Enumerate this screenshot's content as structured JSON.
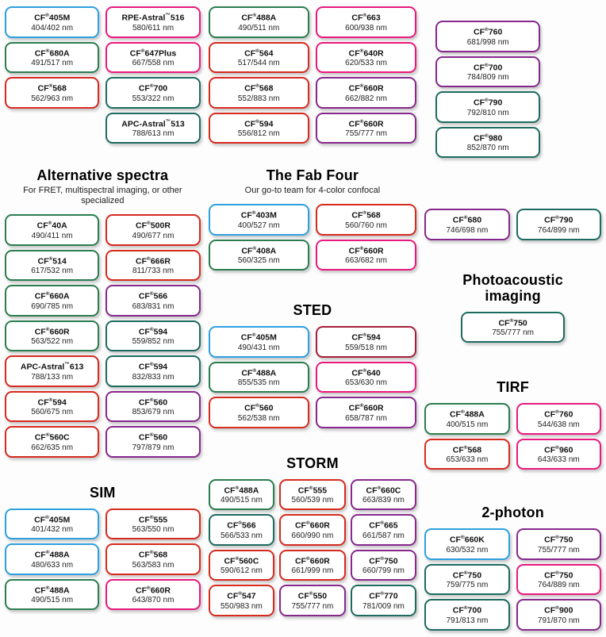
{
  "palette": {
    "blue": "#2e9fe0",
    "green": "#2b7d4f",
    "teal": "#1d6b60",
    "red": "#d62a1e",
    "pink": "#e8197d",
    "purple": "#86288c",
    "maroon": "#a61e38"
  },
  "columns": [
    {
      "id": "left",
      "blocks": [
        {
          "id": "top-left",
          "columns": [
            [
              {
                "name": "CF®405M",
                "nm": "404/402 nm",
                "color": "blue"
              },
              {
                "name": "CF®680A",
                "nm": "491/517 nm",
                "color": "green"
              },
              {
                "name": "CF®568",
                "nm": "562/963 nm",
                "color": "red"
              }
            ],
            [
              {
                "name": "RPE-Astral™516",
                "nm": "580/611 nm",
                "color": "pink"
              },
              {
                "name": "CF®647Plus",
                "nm": "667/558 nm",
                "color": "pink"
              },
              {
                "name": "CF®700",
                "nm": "553/322 nm",
                "color": "teal"
              },
              {
                "name": "APC-Astral™513",
                "nm": "788/613 nm",
                "color": "teal"
              }
            ]
          ]
        },
        {
          "id": "alt-spectra",
          "title": "Alternative spectra",
          "subtitle": "For FRET, multispectral imaging, or other specialized",
          "columns": [
            [
              {
                "name": "CF®40A",
                "nm": "490/411 nm",
                "color": "green"
              },
              {
                "name": "CF®514",
                "nm": "617/532 nm",
                "color": "green"
              },
              {
                "name": "CF®660A",
                "nm": "690/785 nm",
                "color": "green"
              },
              {
                "name": "CF®660R",
                "nm": "563/522 nm",
                "color": "green"
              },
              {
                "name": "APC-Astral™613",
                "nm": "788/133 nm",
                "color": "red"
              },
              {
                "name": "CF®594",
                "nm": "560/675 nm",
                "color": "red"
              },
              {
                "name": "CF®560C",
                "nm": "662/635 nm",
                "color": "red"
              }
            ],
            [
              {
                "name": "CF®500R",
                "nm": "490/677 nm",
                "color": "red"
              },
              {
                "name": "CF®666R",
                "nm": "811/733 nm",
                "color": "red"
              },
              {
                "name": "CF®566",
                "nm": "683/831 nm",
                "color": "purple"
              },
              {
                "name": "CF®594",
                "nm": "559/852 nm",
                "color": "teal"
              },
              {
                "name": "CF®594",
                "nm": "832/833 nm",
                "color": "teal"
              },
              {
                "name": "CF®560",
                "nm": "853/679 nm",
                "color": "purple"
              },
              {
                "name": "CF®560",
                "nm": "797/879 nm",
                "color": "purple"
              }
            ]
          ]
        },
        {
          "id": "sim",
          "title": "SIM",
          "columns": [
            [
              {
                "name": "CF®405M",
                "nm": "401/432 nm",
                "color": "blue"
              },
              {
                "name": "CF®488A",
                "nm": "480/633 nm",
                "color": "blue"
              },
              {
                "name": "CF®488A",
                "nm": "490/515 nm",
                "color": "green"
              }
            ],
            [
              {
                "name": "CF®555",
                "nm": "563/550 nm",
                "color": "red"
              },
              {
                "name": "CF®568",
                "nm": "563/583 nm",
                "color": "red"
              },
              {
                "name": "CF®660R",
                "nm": "643/870 nm",
                "color": "pink"
              }
            ]
          ]
        }
      ]
    },
    {
      "id": "middle",
      "blocks": [
        {
          "id": "top-mid",
          "columns": [
            [
              {
                "name": "CF®488A",
                "nm": "490/511 nm",
                "color": "green"
              },
              {
                "name": "CF®564",
                "nm": "517/544 nm",
                "color": "red"
              },
              {
                "name": "CF®568",
                "nm": "552/883 nm",
                "color": "red"
              },
              {
                "name": "CF®594",
                "nm": "556/812 nm",
                "color": "red"
              }
            ],
            [
              {
                "name": "CF®663",
                "nm": "600/938 nm",
                "color": "pink"
              },
              {
                "name": "CF®640R",
                "nm": "620/533 nm",
                "color": "pink"
              },
              {
                "name": "CF®660R",
                "nm": "662/882 nm",
                "color": "purple"
              },
              {
                "name": "CF®660R",
                "nm": "755/777 nm",
                "color": "purple"
              }
            ]
          ]
        },
        {
          "id": "fab-four",
          "title": "The Fab Four",
          "subtitle": "Our go-to team for 4-color confocal",
          "columns": [
            [
              {
                "name": "CF®403M",
                "nm": "400/527 nm",
                "color": "blue"
              },
              {
                "name": "CF®408A",
                "nm": "560/325 nm",
                "color": "green"
              }
            ],
            [
              {
                "name": "CF®568",
                "nm": "560/760 nm",
                "color": "red"
              },
              {
                "name": "CF®660R",
                "nm": "663/682 nm",
                "color": "pink"
              }
            ]
          ]
        },
        {
          "id": "sted",
          "title": "STED",
          "columns": [
            [
              {
                "name": "CF®405M",
                "nm": "490/431 nm",
                "color": "blue"
              },
              {
                "name": "CF®488A",
                "nm": "855/535 nm",
                "color": "green"
              },
              {
                "name": "CF®560",
                "nm": "562/538 nm",
                "color": "red"
              }
            ],
            [
              {
                "name": "CF®594",
                "nm": "559/518 nm",
                "color": "maroon"
              },
              {
                "name": "CF®640",
                "nm": "653/630 nm",
                "color": "pink"
              },
              {
                "name": "CF®660R",
                "nm": "658/787 nm",
                "color": "purple"
              }
            ]
          ]
        },
        {
          "id": "storm",
          "title": "STORM",
          "columns": [
            [
              {
                "name": "CF®488A",
                "nm": "490/515 nm",
                "color": "green"
              },
              {
                "name": "CF®566",
                "nm": "566/533 nm",
                "color": "teal"
              },
              {
                "name": "CF®560C",
                "nm": "590/612 nm",
                "color": "red"
              },
              {
                "name": "CF®547",
                "nm": "550/983 nm",
                "color": "red"
              }
            ],
            [
              {
                "name": "CF®555",
                "nm": "560/539 nm",
                "color": "red"
              },
              {
                "name": "CF®660R",
                "nm": "660/990 nm",
                "color": "red"
              },
              {
                "name": "CF®660R",
                "nm": "661/999 nm",
                "color": "red"
              },
              {
                "name": "CF®550",
                "nm": "755/777 nm",
                "color": "purple"
              }
            ],
            [
              {
                "name": "CF®660C",
                "nm": "663/839 nm",
                "color": "purple"
              },
              {
                "name": "CF®665",
                "nm": "661/587 nm",
                "color": "purple"
              },
              {
                "name": "CF®750",
                "nm": "660/799 nm",
                "color": "purple"
              },
              {
                "name": "CF®770",
                "nm": "781/009 nm",
                "color": "teal"
              }
            ]
          ]
        }
      ]
    },
    {
      "id": "right",
      "blocks": [
        {
          "id": "top-right",
          "columns": [
            [
              {
                "name": "CF®760",
                "nm": "681/998 nm",
                "color": "purple"
              },
              {
                "name": "CF®700",
                "nm": "784/809 nm",
                "color": "purple"
              },
              {
                "name": "CF®790",
                "nm": "792/810 nm",
                "color": "teal"
              },
              {
                "name": "CF®980",
                "nm": "852/870 nm",
                "color": "teal"
              }
            ]
          ]
        },
        {
          "id": "mid-right",
          "columns": [
            [
              {
                "name": "CF®680",
                "nm": "746/698 nm",
                "color": "purple"
              }
            ],
            [
              {
                "name": "CF®790",
                "nm": "764/899 nm",
                "color": "teal"
              }
            ]
          ]
        },
        {
          "id": "photoacoustic",
          "title": "Photoacoustic imaging",
          "columns": [
            [
              {
                "name": "CF®750",
                "nm": "755/777 nm",
                "color": "teal"
              }
            ]
          ]
        },
        {
          "id": "tirf",
          "title": "TIRF",
          "columns": [
            [
              {
                "name": "CF®488A",
                "nm": "400/515 nm",
                "color": "green"
              },
              {
                "name": "CF®568",
                "nm": "653/633 nm",
                "color": "red"
              }
            ],
            [
              {
                "name": "CF®760",
                "nm": "544/638 nm",
                "color": "pink"
              },
              {
                "name": "CF®960",
                "nm": "643/633 nm",
                "color": "pink"
              }
            ]
          ]
        },
        {
          "id": "two-photon",
          "title": "2-photon",
          "columns": [
            [
              {
                "name": "CF®660K",
                "nm": "630/532 nm",
                "color": "blue"
              },
              {
                "name": "CF®750",
                "nm": "759/775 nm",
                "color": "teal"
              },
              {
                "name": "CF®700",
                "nm": "791/813 nm",
                "color": "teal"
              }
            ],
            [
              {
                "name": "CF®750",
                "nm": "755/777 nm",
                "color": "purple"
              },
              {
                "name": "CF®750",
                "nm": "764/889 nm",
                "color": "pink"
              },
              {
                "name": "CF®900",
                "nm": "791/870 nm",
                "color": "purple"
              }
            ]
          ]
        }
      ]
    }
  ]
}
